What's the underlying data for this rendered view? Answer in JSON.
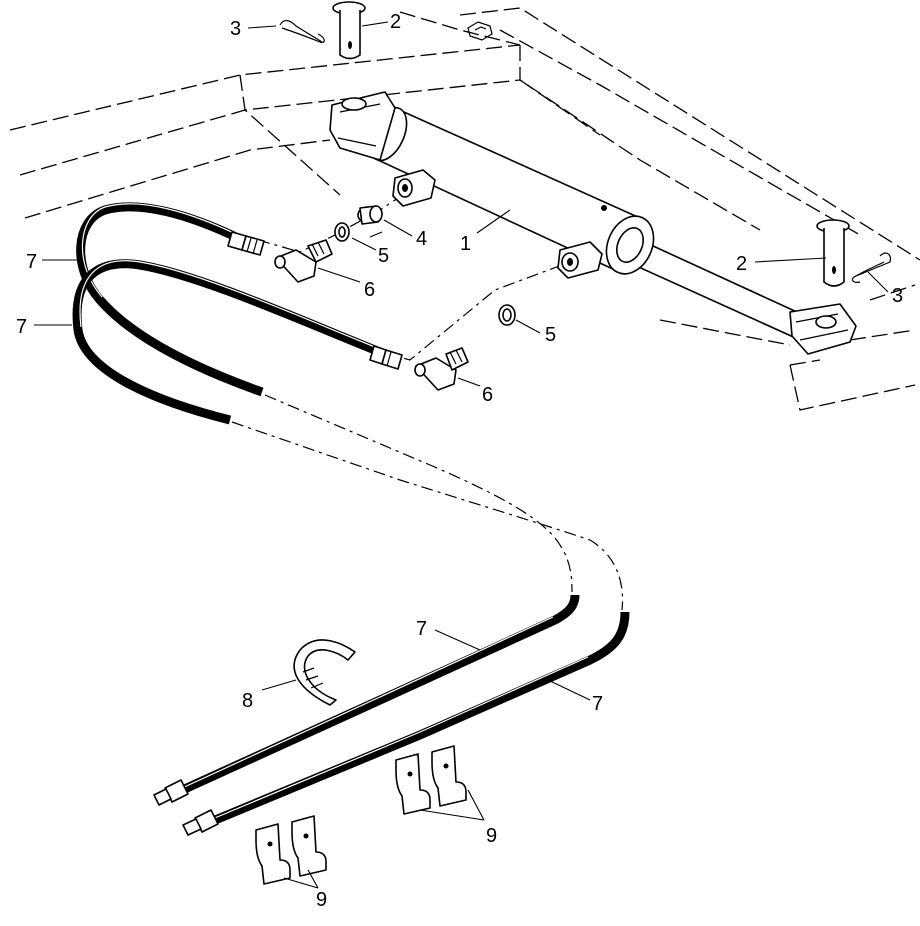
{
  "diagram": {
    "callouts": [
      {
        "id": "1",
        "text": "1"
      },
      {
        "id": "2a",
        "text": "2"
      },
      {
        "id": "2b",
        "text": "2"
      },
      {
        "id": "3a",
        "text": "3"
      },
      {
        "id": "3b",
        "text": "3"
      },
      {
        "id": "4",
        "text": "4"
      },
      {
        "id": "5a",
        "text": "5"
      },
      {
        "id": "5b",
        "text": "5"
      },
      {
        "id": "6a",
        "text": "6"
      },
      {
        "id": "6b",
        "text": "6"
      },
      {
        "id": "7a",
        "text": "7"
      },
      {
        "id": "7b",
        "text": "7"
      },
      {
        "id": "7c",
        "text": "7"
      },
      {
        "id": "7d",
        "text": "7"
      },
      {
        "id": "8",
        "text": "8"
      },
      {
        "id": "9a",
        "text": "9"
      },
      {
        "id": "9b",
        "text": "9"
      }
    ]
  }
}
